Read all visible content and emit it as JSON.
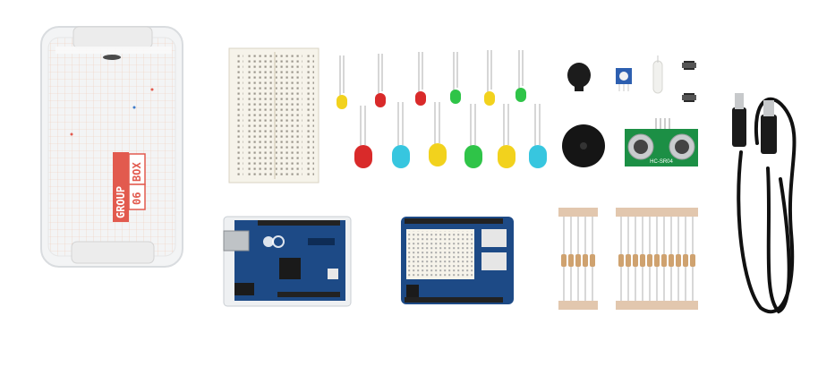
{
  "box_label": {
    "word1": "GROUP",
    "word2": "BOX",
    "number": "06"
  },
  "ultrasonic_label": "HC-SR04",
  "colors": {
    "red": "#d92a2a",
    "yellow": "#f2d21d",
    "green": "#2fc448",
    "blue": "#37c6df",
    "arduino_blue": "#1d4a86",
    "label_red": "#e25a4e"
  },
  "icons": {
    "box": "storage-box-icon",
    "breadboard": "breadboard-icon",
    "led": "led-icon",
    "button": "push-button-icon",
    "potentiometer": "potentiometer-icon",
    "buzzer": "buzzer-icon",
    "sensor": "ultrasonic-sensor-icon",
    "board": "arduino-board-icon",
    "resistor": "resistor-icon",
    "cable": "usb-cable-icon"
  }
}
